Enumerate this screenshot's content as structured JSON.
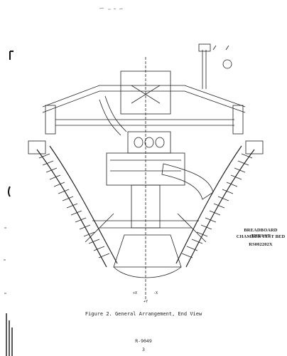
{
  "drawing": {
    "label_line1": "BREADBOARD THRUST",
    "label_line2": "CHAMBER TEST BED",
    "label_line3": "RS002202X",
    "axis_left": "+X",
    "axis_right": "-X",
    "axis_bottom": "+Y"
  },
  "caption": "Figure 2.  General Arrangement, End View",
  "footer": {
    "report_number": "R-9049",
    "page_number": "3"
  }
}
